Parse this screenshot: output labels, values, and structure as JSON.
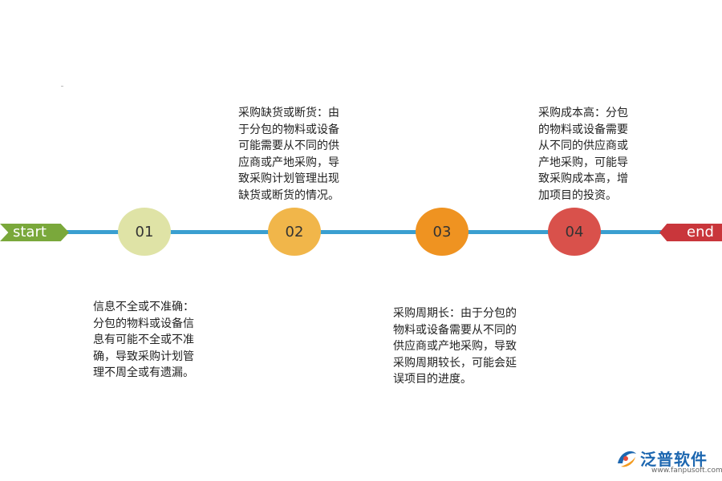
{
  "timeline": {
    "start_label": "start",
    "end_label": "end",
    "colors": {
      "line": "#3a9fd0",
      "start": "#7aa83b",
      "end": "#c9363b"
    }
  },
  "steps": [
    {
      "number": "01",
      "color": "#dfe3a6",
      "text": "信息不全或不准确：\n分包的物料或设备信\n息有可能不全或不准\n确，导致采购计划管\n理不周全或有遗漏。"
    },
    {
      "number": "02",
      "color": "#f1b64a",
      "text": "采购缺货或断货：由\n于分包的物料或设备\n可能需要从不同的供\n应商或产地采购，导\n致采购计划管理出现\n缺货或断货的情况。"
    },
    {
      "number": "03",
      "color": "#ef9321",
      "text": "采购周期长：由于分包的\n物料或设备需要从不同的\n供应商或产地采购，导致\n采购周期较长，可能会延\n误项目的进度。"
    },
    {
      "number": "04",
      "color": "#d9514b",
      "text": "采购成本高：分包\n的物料或设备需要\n从不同的供应商或\n产地采购，可能导\n致采购成本高，增\n加项目的投资。"
    }
  ],
  "watermark": {
    "name": "泛普软件",
    "url": "www.fanpusoft.com",
    "icon": "fanpu-logo-icon"
  }
}
